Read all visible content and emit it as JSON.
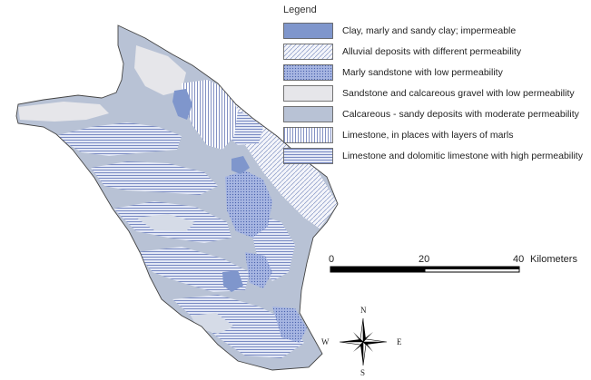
{
  "legend": {
    "title": "Legend",
    "items": [
      {
        "label": "Clay, marly and sandy clay; impermeable",
        "pattern": "solid",
        "fill": "#7f96cc"
      },
      {
        "label": "Alluvial deposits with different permeability",
        "pattern": "diag-hatch",
        "fill": "#ffffff"
      },
      {
        "label": "Marly sandstone with low permeability",
        "pattern": "dots",
        "fill": "#a7b6e2"
      },
      {
        "label": "Sandstone and calcareous gravel with low permeability",
        "pattern": "solid",
        "fill": "#e6e6ea"
      },
      {
        "label": "Calcareous - sandy deposits with moderate permeability",
        "pattern": "solid",
        "fill": "#b8c2d5"
      },
      {
        "label": "Limestone, in places with layers of marls",
        "pattern": "vertical-lines",
        "fill": "#ffffff"
      },
      {
        "label": "Limestone and dolomitic limestone with high permeability",
        "pattern": "horizontal-lines",
        "fill": "#e2e7f5"
      }
    ]
  },
  "scale_bar": {
    "ticks": [
      "0",
      "20",
      "40"
    ],
    "unit": "Kilometers"
  },
  "compass": {
    "north": "N",
    "south": "S",
    "east": "E",
    "west": "W"
  },
  "colors": {
    "outline": "#444444",
    "base_fill": "#b8c2d5",
    "clay": "#7f96cc",
    "dots": "#5e76c0",
    "hatch": "#8090bf"
  }
}
